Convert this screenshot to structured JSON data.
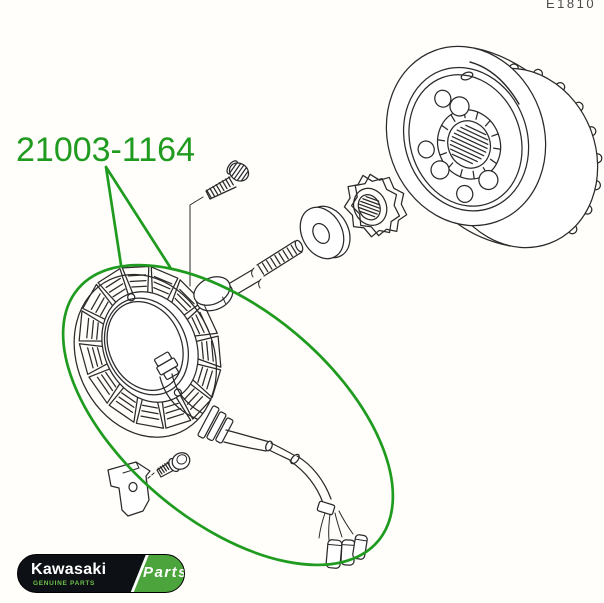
{
  "page": {
    "background": "#fffefa"
  },
  "header": {
    "corner_code": "E1810"
  },
  "callout": {
    "part_number": "21003-1164"
  },
  "colors": {
    "annotation_green": "#1f9b1f",
    "line_art": "#2a2a2a",
    "logo_black": "#0d1115",
    "logo_green": "#4ca53c",
    "tagline_green": "#6fc04a"
  },
  "logo": {
    "brand": "Kawasaki",
    "tagline": "GENUINE PARTS",
    "parts_label": "Parts"
  },
  "diagram": {
    "parts": [
      "flywheel-rotor",
      "rotor-bolt",
      "plain-washer",
      "starter-clutch-gear",
      "stator-coil-assembly",
      "stator-wiring-harness",
      "wiring-grommet",
      "wire-connectors",
      "cable-clamp-bracket",
      "clamp-screw",
      "small-mounting-bolt"
    ]
  }
}
